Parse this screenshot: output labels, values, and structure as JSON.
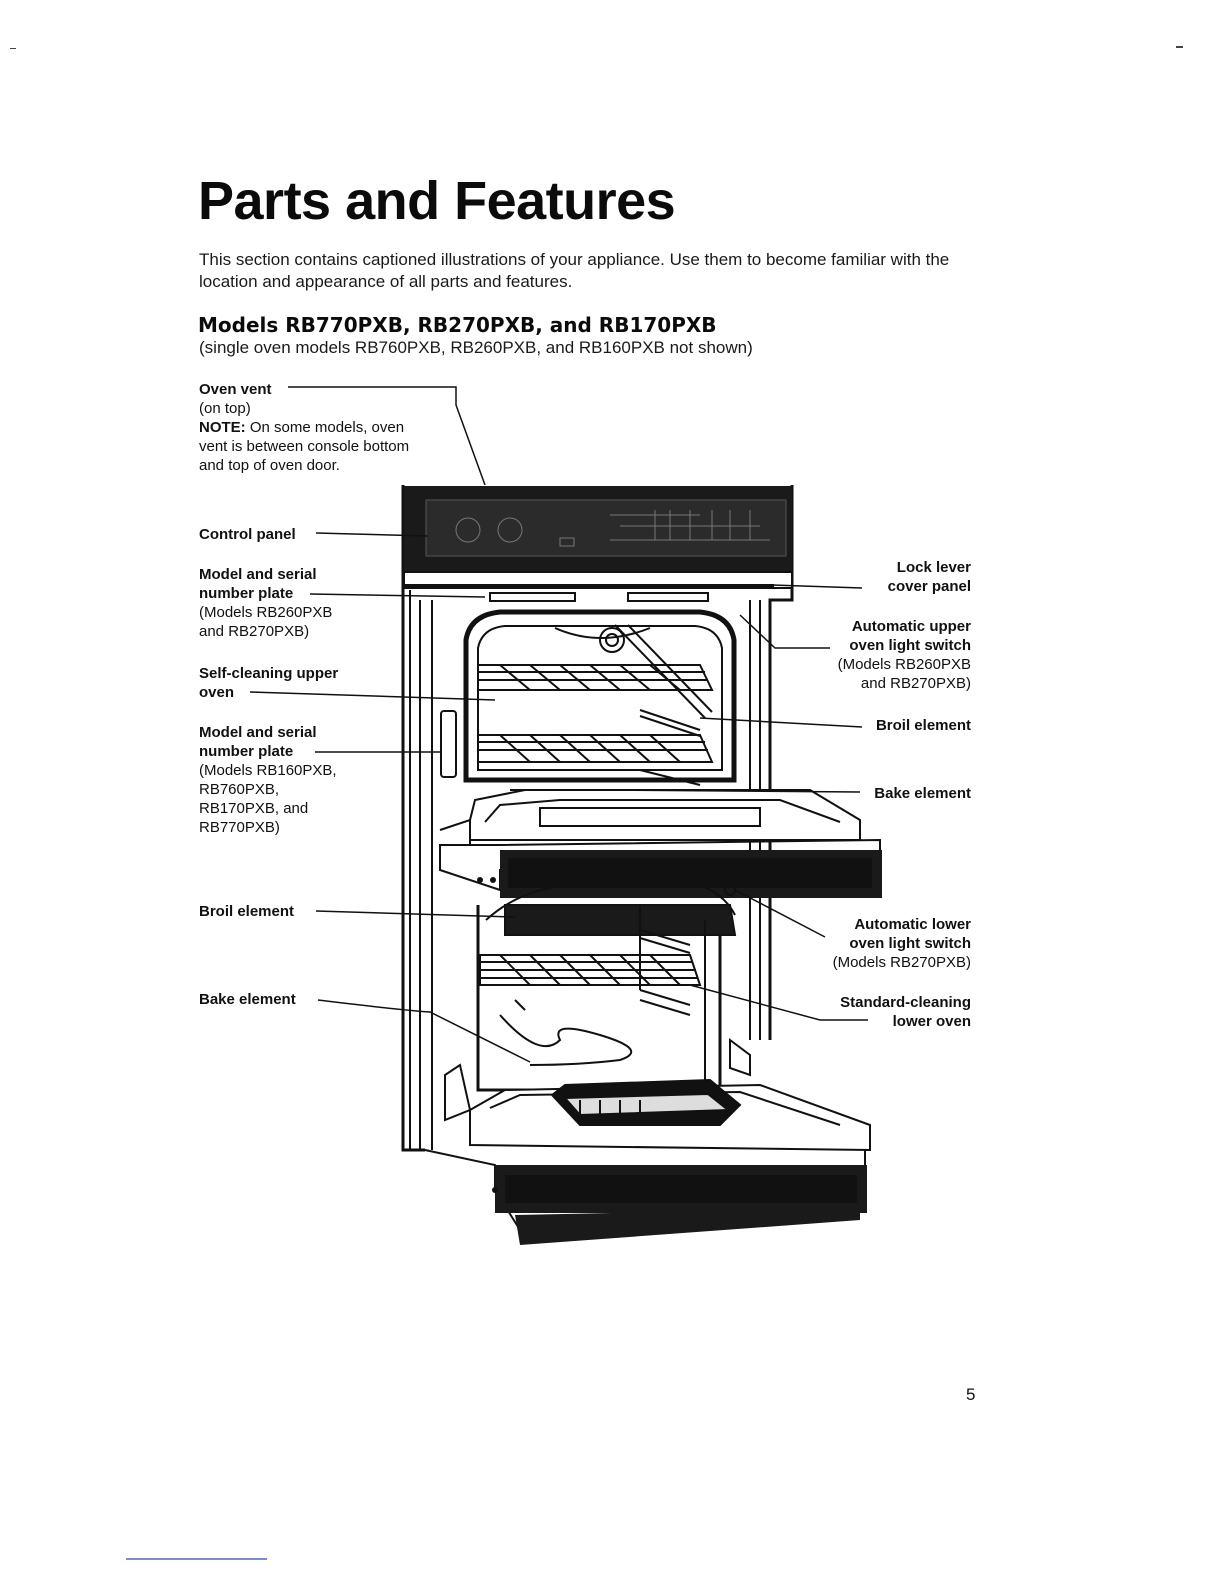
{
  "page": {
    "title": "Parts and Features",
    "intro": "This section contains captioned illustrations of your appliance. Use them to become familiar with the location and appearance of all parts and features.",
    "heading": "Models RB770PXB, RB270PXB, and RB170PXB",
    "subheading": "(single oven models RB760PXB, RB260PXB, and RB160PXB not shown)",
    "page_number": "5"
  },
  "callouts": {
    "oven_vent": {
      "label": "Oven vent",
      "sub": "(on top)",
      "note_label": "NOTE:",
      "note_text_1": "On some models, oven",
      "note_text_2": "vent is between console bottom",
      "note_text_3": "and top of oven door."
    },
    "control_panel": {
      "label": "Control panel"
    },
    "model_plate_upper": {
      "label_1": "Model and serial",
      "label_2": "number plate",
      "sub_1": "(Models RB260PXB",
      "sub_2": "and RB270PXB)"
    },
    "self_cleaning": {
      "label_1": "Self-cleaning upper",
      "label_2": "oven"
    },
    "model_plate_lower": {
      "label_1": "Model and serial",
      "label_2": "number plate",
      "sub_1": "(Models RB160PXB,",
      "sub_2": "RB760PXB,",
      "sub_3": "RB170PXB, and",
      "sub_4": "RB770PXB)"
    },
    "broil_left": {
      "label": "Broil element"
    },
    "bake_left": {
      "label": "Bake element"
    },
    "lock_lever": {
      "label_1": "Lock lever",
      "label_2": "cover panel"
    },
    "auto_upper_light": {
      "label_1": "Automatic upper",
      "label_2": "oven light switch",
      "sub_1": "(Models RB260PXB",
      "sub_2": "and RB270PXB)"
    },
    "broil_right": {
      "label": "Broil element"
    },
    "bake_right": {
      "label": "Bake element"
    },
    "auto_lower_light": {
      "label_1": "Automatic lower",
      "label_2": "oven light switch",
      "sub_1": "(Models RB270PXB)"
    },
    "standard_cleaning": {
      "label_1": "Standard-cleaning",
      "label_2": "lower oven"
    }
  },
  "icons": {
    "oven_illustration": "double-wall-oven-illustration"
  },
  "colors": {
    "ink": "#111111",
    "footer_rule": "#7a8bd1"
  }
}
